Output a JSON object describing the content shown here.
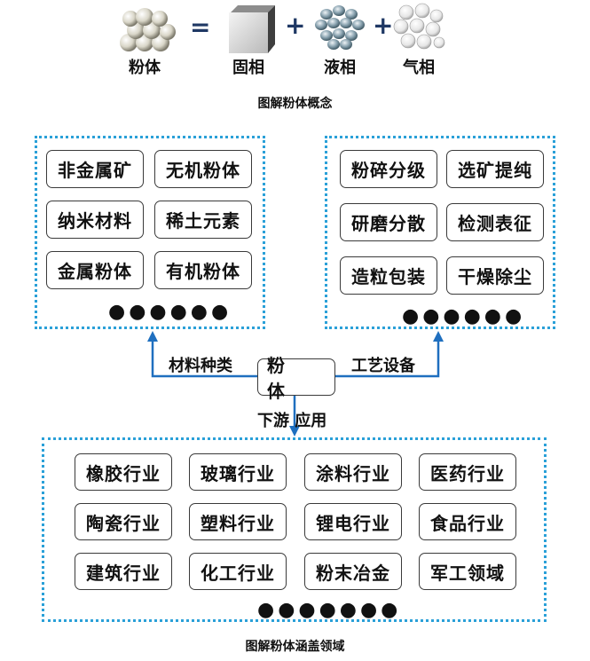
{
  "concept": {
    "powder": "粉体",
    "equals": "=",
    "solid": "固相",
    "plus1": "+",
    "liquid": "液相",
    "plus2": "+",
    "gas": "气相",
    "caption": "图解粉体概念"
  },
  "materials": {
    "items": [
      "非金属矿",
      "无机粉体",
      "纳米材料",
      "稀土元素",
      "金属粉体",
      "有机粉体"
    ],
    "more": "●●●●●●"
  },
  "process": {
    "items": [
      "粉碎分级",
      "选矿提纯",
      "研磨分散",
      "检测表征",
      "造粒包装",
      "干燥除尘"
    ],
    "more": "●●●●●●"
  },
  "center": {
    "label": "粉 体",
    "left_link": "材料种类",
    "right_link": "工艺设备",
    "down_link": "下游 应用"
  },
  "applications": {
    "items": [
      "橡胶行业",
      "玻璃行业",
      "涂料行业",
      "医药行业",
      "陶瓷行业",
      "塑料行业",
      "锂电行业",
      "食品行业",
      "建筑行业",
      "化工行业",
      "粉末冶金",
      "军工领域"
    ],
    "more": "●●●●●●●"
  },
  "caption_bottom": "图解粉体涵盖领域",
  "colors": {
    "dotted_border": "#2aa0d8",
    "arrow": "#1f6fbf",
    "operator": "#1f3864"
  }
}
